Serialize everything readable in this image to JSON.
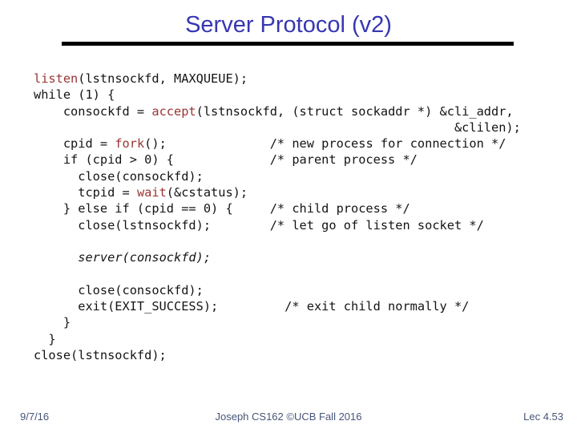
{
  "slide": {
    "title": "Server Protocol (v2)",
    "colors": {
      "background": "#ffffff",
      "title": "#3737b2",
      "rule": "#000000",
      "code": "#141414",
      "keyword": "#9b3434",
      "footer": "#475578"
    },
    "footer": {
      "date": "9/7/16",
      "center": "Joseph CS162 ©UCB Fall 2016",
      "right": "Lec 4.53"
    },
    "code": {
      "lines": [
        [
          {
            "t": "listen",
            "s": "keyword"
          },
          {
            "t": "(lstnsockfd, MAXQUEUE);",
            "s": "plain"
          }
        ],
        [
          {
            "t": "while (1) {",
            "s": "plain"
          }
        ],
        [
          {
            "t": "    consockfd = ",
            "s": "plain"
          },
          {
            "t": "accept",
            "s": "keyword"
          },
          {
            "t": "(lstnsockfd, (struct sockaddr *) &cli_addr,",
            "s": "plain"
          }
        ],
        [
          {
            "t": "                                                         &clilen);",
            "s": "plain"
          }
        ],
        [
          {
            "t": "    cpid = ",
            "s": "plain"
          },
          {
            "t": "fork",
            "s": "keyword"
          },
          {
            "t": "();              /* new process for connection */",
            "s": "plain"
          }
        ],
        [
          {
            "t": "    if (cpid > 0) {             /* parent process */",
            "s": "plain"
          }
        ],
        [
          {
            "t": "      close(consockfd);",
            "s": "plain"
          }
        ],
        [
          {
            "t": "      tcpid = ",
            "s": "plain"
          },
          {
            "t": "wait",
            "s": "keyword"
          },
          {
            "t": "(&cstatus);",
            "s": "plain"
          }
        ],
        [
          {
            "t": "    } else if (cpid == 0) {     /* child process */",
            "s": "plain"
          }
        ],
        [
          {
            "t": "      close(lstnsockfd);        /* let go of listen socket */",
            "s": "plain"
          }
        ],
        [],
        [
          {
            "t": "      ",
            "s": "plain"
          },
          {
            "t": "server(consockfd);",
            "s": "italic"
          }
        ],
        [],
        [
          {
            "t": "      close(consockfd);",
            "s": "plain"
          }
        ],
        [
          {
            "t": "      exit(EXIT_SUCCESS);         /* exit child normally */",
            "s": "plain"
          }
        ],
        [
          {
            "t": "    }",
            "s": "plain"
          }
        ],
        [
          {
            "t": "  }",
            "s": "plain"
          }
        ],
        [
          {
            "t": "close(lstnsockfd);",
            "s": "plain"
          }
        ]
      ]
    }
  }
}
